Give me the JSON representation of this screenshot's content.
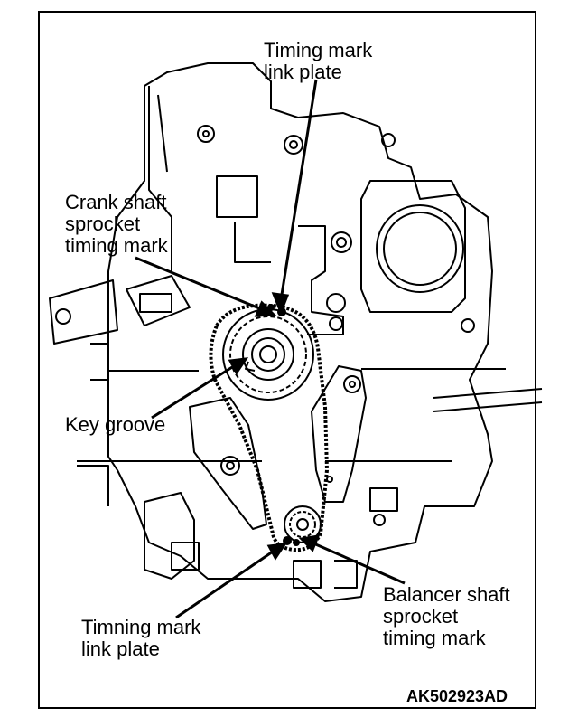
{
  "labels": {
    "timing_mark_link_plate_top": [
      "Timing mark",
      "link plate"
    ],
    "crank_shaft_sprocket_timing_mark": [
      "Crank shaft",
      "sprocket",
      "timing mark"
    ],
    "key_groove": [
      "Key groove"
    ],
    "timing_mark_link_plate_bottom": [
      "Timning mark",
      "link plate"
    ],
    "balancer_shaft_sprocket_timing_mark": [
      "Balancer shaft",
      "sprocket",
      "timing mark"
    ]
  },
  "figure_code": "AK502923AD",
  "colors": {
    "line": "#000000",
    "paper": "#ffffff"
  }
}
